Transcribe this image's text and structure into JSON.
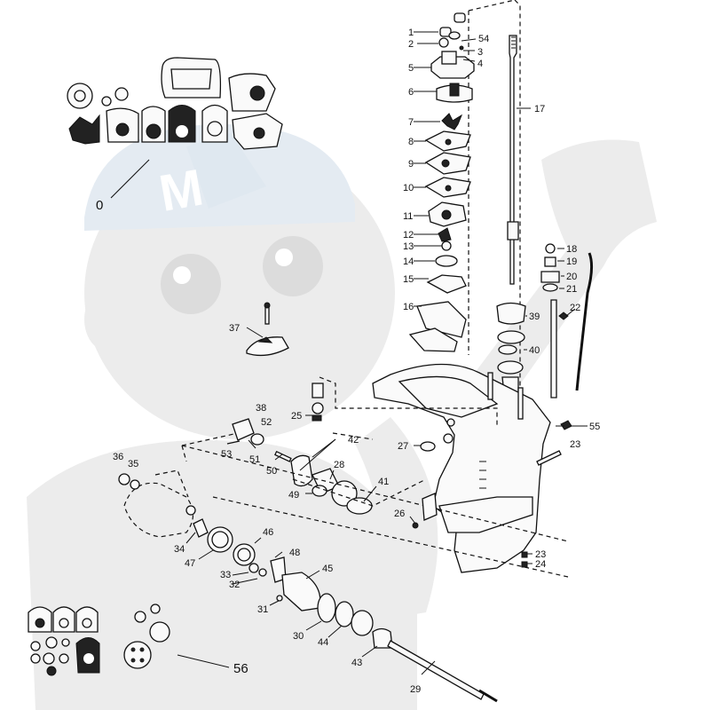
{
  "colors": {
    "ink": "#111111",
    "watermark": "#ececec",
    "watermark_accent": "#dfe8f0",
    "background": "#ffffff"
  },
  "watermark": {
    "icon": "mascot-with-cap-and-wrench-icon",
    "cap_letter": "M"
  },
  "callouts": {
    "c0": "0",
    "c1": "1",
    "c2": "2",
    "c3": "3",
    "c4": "4",
    "c5": "5",
    "c6": "6",
    "c7": "7",
    "c8": "8",
    "c9": "9",
    "c10": "10",
    "c11": "11",
    "c12": "12",
    "c13": "13",
    "c14": "14",
    "c15": "15",
    "c16": "16",
    "c17": "17",
    "c18": "18",
    "c19": "19",
    "c20": "20",
    "c21": "21",
    "c22": "22",
    "c23a": "23",
    "c23b": "23",
    "c24": "24",
    "c25": "25",
    "c26": "26",
    "c27": "27",
    "c28": "28",
    "c29": "29",
    "c30": "30",
    "c31": "31",
    "c32": "32",
    "c33": "33",
    "c34": "34",
    "c35": "35",
    "c36": "36",
    "c37": "37",
    "c38": "38",
    "c39": "39",
    "c40": "40",
    "c41": "41",
    "c42": "42",
    "c43": "43",
    "c44": "44",
    "c45": "45",
    "c46": "46",
    "c47": "47",
    "c48": "48",
    "c49": "49",
    "c50": "50",
    "c51": "51",
    "c52": "52",
    "c53": "53",
    "c54": "54",
    "c55": "55",
    "c56": "56"
  }
}
